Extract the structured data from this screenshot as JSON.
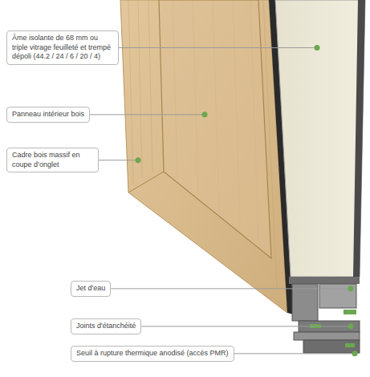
{
  "diagram": {
    "nodes": [
      {
        "text": [
          "Âme isolante de 68 mm ou triple vitrage feuilleté et trempé dépoli (44.2 / 24 / 6 / 20 / 4)"
        ]
      },
      {
        "text": [
          "Panneau intérieur bois"
        ]
      },
      {
        "text": [
          "Cadre bois massif en coupe d’onglet"
        ]
      },
      {
        "text": [
          "Jet d'eau"
        ]
      },
      {
        "text": [
          "Joints d'étanchéité"
        ]
      },
      {
        "text": [
          "Seuil à rupture thermique anodisé (accès PMR)"
        ]
      }
    ]
  }
}
